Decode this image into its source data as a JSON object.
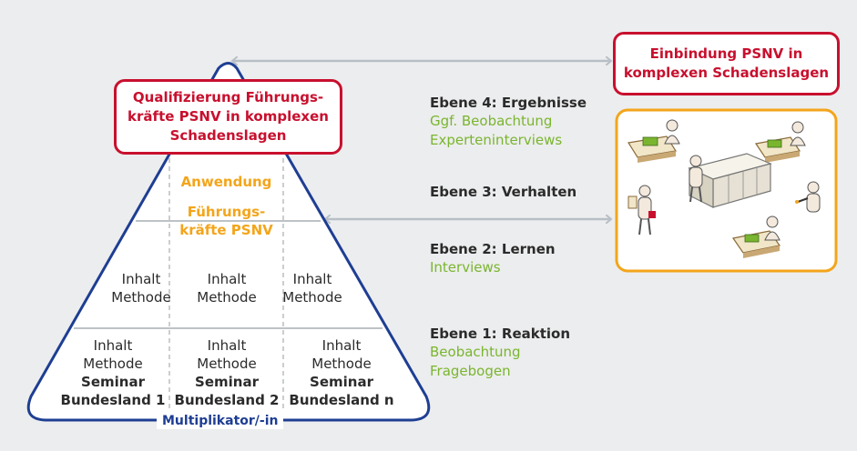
{
  "pyramid": {
    "top_box": [
      "Qualifizierung Führungs-",
      "kräfte PSNV in komplexen",
      "Schadenslagen"
    ],
    "anwendung": "Anwendung",
    "fuehrungskraefte": [
      "Führungs-",
      "kräfte PSNV"
    ],
    "middle_cells": [
      {
        "inhalt": "Inhalt",
        "methode": "Methode"
      },
      {
        "inhalt": "Inhalt",
        "methode": "Methode"
      },
      {
        "inhalt": "Inhalt",
        "methode": "Methode"
      }
    ],
    "bottom_cells": [
      {
        "inhalt": "Inhalt",
        "methode": "Methode",
        "seminar": "Seminar",
        "bundesland": "Bundesland 1"
      },
      {
        "inhalt": "Inhalt",
        "methode": "Methode",
        "seminar": "Seminar",
        "bundesland": "Bundesland 2"
      },
      {
        "inhalt": "Inhalt",
        "methode": "Methode",
        "seminar": "Seminar",
        "bundesland": "Bundesland n"
      }
    ],
    "multiplikator": "Multiplikator/-in"
  },
  "levels": [
    {
      "title": "Ebene 4: Ergebnisse",
      "methods": [
        "Ggf. Beobachtung",
        "Experteninterviews"
      ]
    },
    {
      "title": "Ebene 3: Verhalten",
      "methods": []
    },
    {
      "title": "Ebene 2: Lernen",
      "methods": [
        "Interviews"
      ]
    },
    {
      "title": "Ebene 1: Reaktion",
      "methods": [
        "Beobachtung",
        "Fragebogen"
      ]
    }
  ],
  "right_box": [
    "Einbindung PSNV in",
    "komplexen Schadenslagen"
  ],
  "colors": {
    "red": "#c8102e",
    "blue": "#1e3e93",
    "orange": "#f3a51b",
    "green": "#7ab52f",
    "arrow": "#b8bfc7"
  },
  "illustration": "office-workers-illustration"
}
